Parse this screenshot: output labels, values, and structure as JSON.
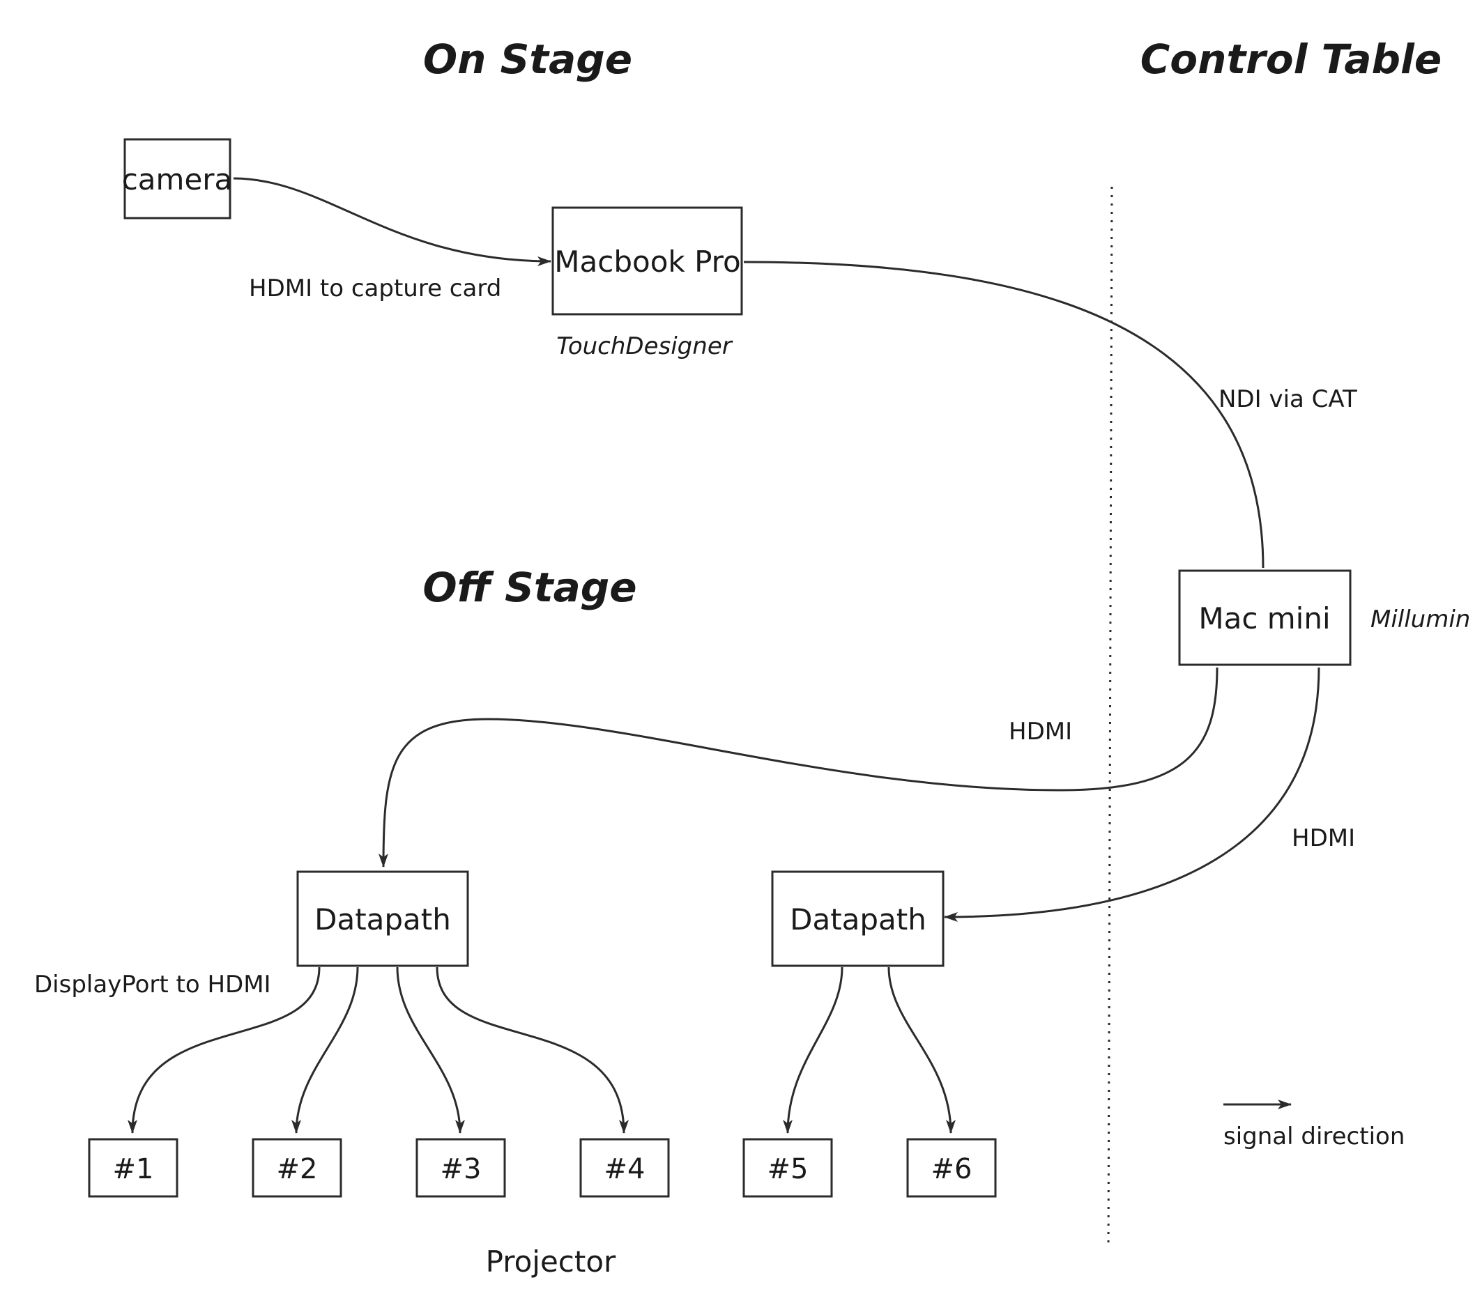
{
  "sections": {
    "on_stage": "On Stage",
    "control_table": "Control Table",
    "off_stage": "Off Stage"
  },
  "nodes": {
    "camera": "camera",
    "macbook": "Macbook Pro",
    "macbook_software": "TouchDesigner",
    "mac_mini": "Mac mini",
    "mac_mini_software": "Millumin",
    "datapath_1": "Datapath",
    "datapath_2": "Datapath"
  },
  "projectors": {
    "label": "Projector",
    "items": [
      "#1",
      "#2",
      "#3",
      "#4",
      "#5",
      "#6"
    ]
  },
  "edges": {
    "camera_to_macbook": "HDMI to capture card",
    "macbook_to_macmini": "NDI via CAT",
    "macmini_to_datapath_1": "HDMI",
    "macmini_to_datapath_2": "HDMI",
    "datapath_to_projectors": "DisplayPort to HDMI"
  },
  "legend": {
    "label": "signal direction"
  }
}
